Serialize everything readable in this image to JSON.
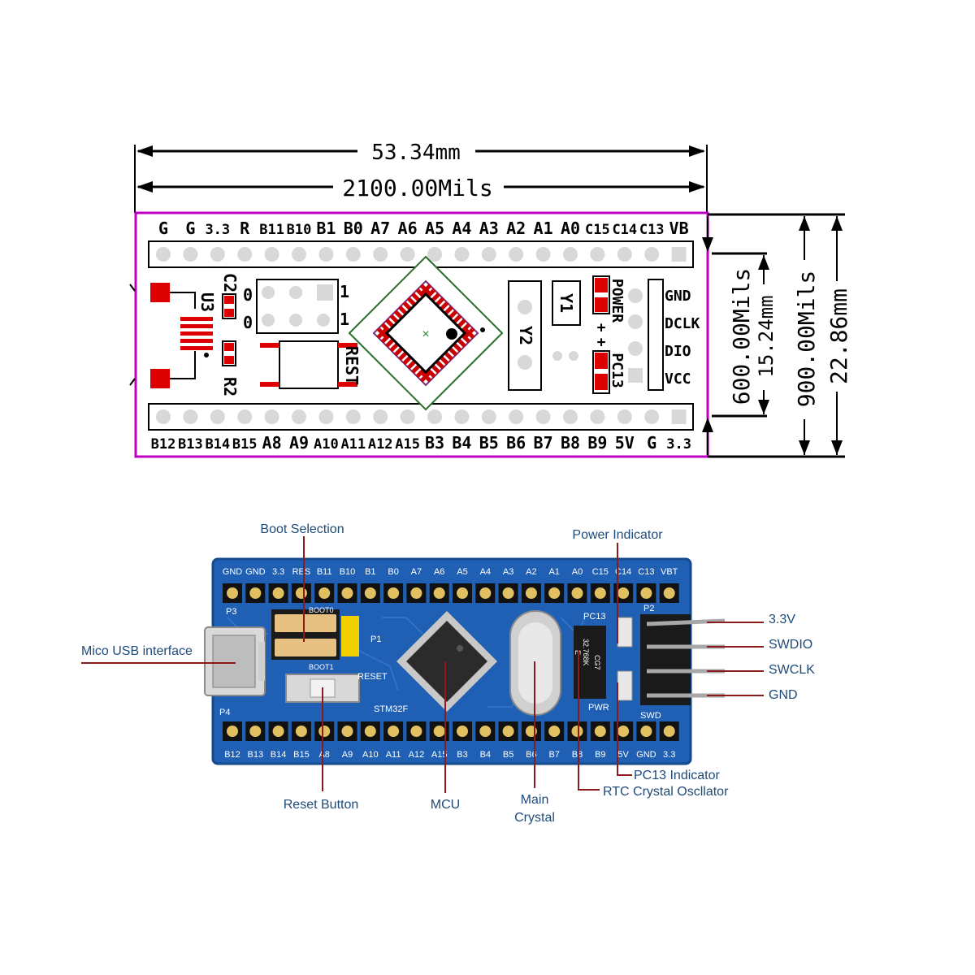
{
  "drawing": {
    "dim_mm": "53.34mm",
    "dim_mils": "2100.00Mils",
    "top_row_labels": [
      "G",
      "G",
      "3.3",
      "R",
      "B11",
      "B10",
      "B1",
      "B0",
      "A7",
      "A6",
      "A5",
      "A4",
      "A3",
      "A2",
      "A1",
      "A0",
      "C15",
      "C14",
      "C13",
      "VB"
    ],
    "bottom_row_labels": [
      "B12",
      "B13",
      "B14",
      "B15",
      "A8",
      "A9",
      "A10",
      "A11",
      "A12",
      "A15",
      "B3",
      "B4",
      "B5",
      "B6",
      "B7",
      "B8",
      "B9",
      "5V",
      "G",
      "3.3"
    ],
    "swd_labels": [
      "GND",
      "DCLK",
      "DIO",
      "VCC"
    ],
    "designators": {
      "c2": "C2",
      "u3": "U3",
      "r2": "R2",
      "reset": "REST",
      "y2": "Y2",
      "y1": "Y1",
      "power": "POWER",
      "pc13": "PC13",
      "boot_0": "0",
      "boot_1": "1"
    },
    "right_dims": {
      "mils600": "600.00Mils",
      "mm1524": "15.24mm",
      "mils900": "900.00Mils",
      "mm2286": "22.86mm"
    },
    "colors": {
      "outline": "#c000c0",
      "pads": "#cc0000",
      "chip_outline": "#2a6e2a"
    }
  },
  "photo": {
    "top_labels": [
      "GND",
      "GND",
      "3.3",
      "RES",
      "B11",
      "B10",
      "B1",
      "B0",
      "A7",
      "A6",
      "A5",
      "A4",
      "A3",
      "A2",
      "A1",
      "A0",
      "C15",
      "C14",
      "C13",
      "VBT"
    ],
    "bottom_labels": [
      "B12",
      "B13",
      "B14",
      "B15",
      "A8",
      "A9",
      "A10",
      "A11",
      "A12",
      "A15",
      "B3",
      "B4",
      "B5",
      "B6",
      "B7",
      "B8",
      "B9",
      "5V",
      "GND",
      "3.3"
    ],
    "silk": {
      "p3": "P3",
      "p4": "P4",
      "p1": "P1",
      "p2": "P2",
      "boot0": "BOOT0",
      "boot1": "BOOT1",
      "reset": "RESET",
      "stm": "STM32F",
      "pc13": "PC13",
      "pwr": "PWR",
      "swd": "SWD",
      "xtal": "32.768K",
      "xtal2": "E",
      "xtal3": "CG7"
    },
    "colors": {
      "pcb": "#1f5fb4",
      "pcb_edge": "#164a8e",
      "leader": "#8b1a1a"
    }
  },
  "annotations": {
    "boot_selection": "Boot Selection",
    "power_indicator": "Power Indicator",
    "usb": "Mico USB interface",
    "v33": "3.3V",
    "swdio": "SWDIO",
    "swclk": "SWCLK",
    "gnd": "GND",
    "pc13_indicator": "PC13 Indicator",
    "rtc": "RTC Crystal Oscllator",
    "reset_button": "Reset Button",
    "mcu": "MCU",
    "main_crystal_1": "Main",
    "main_crystal_2": "Crystal"
  }
}
